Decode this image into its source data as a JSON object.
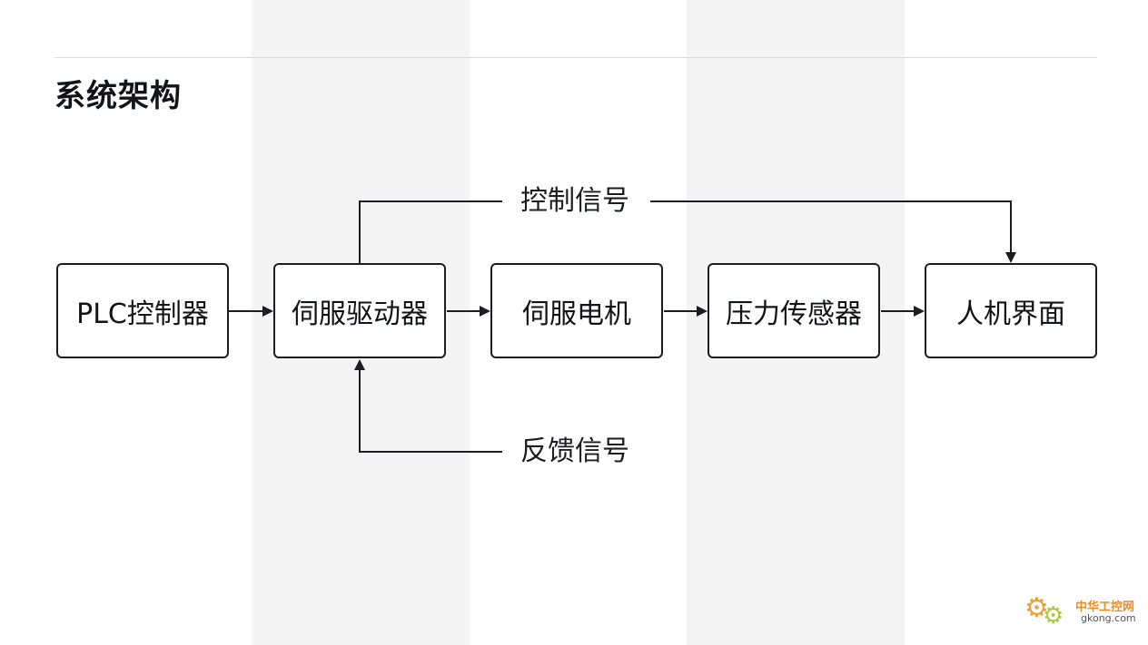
{
  "title": "系统架构",
  "nodes": [
    {
      "id": "plc",
      "label": "PLC控制器"
    },
    {
      "id": "driver",
      "label": "伺服驱动器"
    },
    {
      "id": "motor",
      "label": "伺服电机"
    },
    {
      "id": "sensor",
      "label": "压力传感器"
    },
    {
      "id": "hmi",
      "label": "人机界面"
    }
  ],
  "edges": {
    "control_signal": "控制信号",
    "feedback_signal": "反馈信号"
  },
  "logo": {
    "name": "中华工控网",
    "url": "gkong.com"
  },
  "colors": {
    "stroke": "#1a1d22",
    "stripe": "#f4f4f4",
    "logo_orange": "#f08a20",
    "logo_green": "#a8c83a"
  }
}
